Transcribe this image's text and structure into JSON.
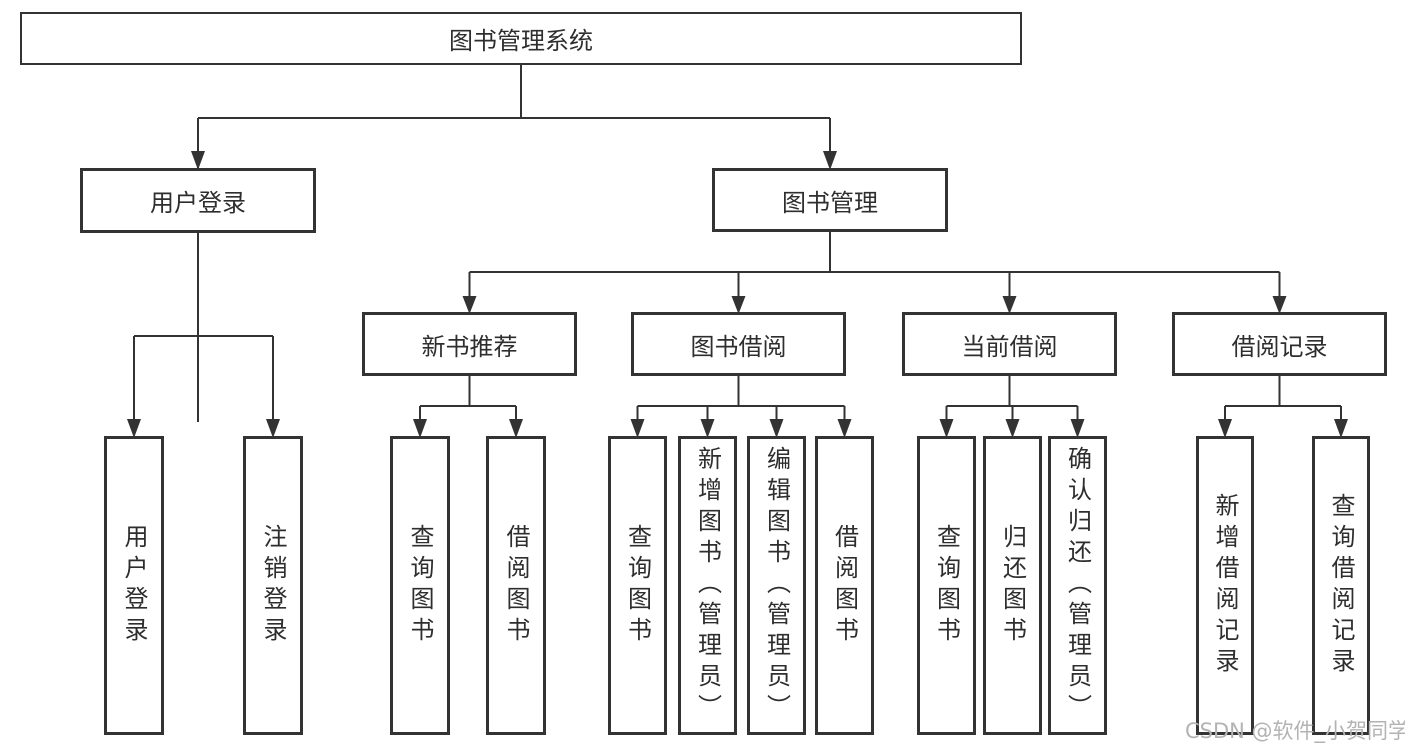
{
  "diagram": {
    "root": "图书管理系统",
    "branches": [
      {
        "label": "用户登录",
        "children": [
          "用户登录",
          "注销登录"
        ]
      },
      {
        "label": "图书管理",
        "groups": [
          {
            "label": "新书推荐",
            "children": [
              "查询图书",
              "借阅图书"
            ]
          },
          {
            "label": "图书借阅",
            "children": [
              "查询图书",
              "新增图书（管理员）",
              "编辑图书（管理员）",
              "借阅图书"
            ]
          },
          {
            "label": "当前借阅",
            "children": [
              "查询图书",
              "归还图书",
              "确认归还（管理员）"
            ]
          },
          {
            "label": "借阅记录",
            "children": [
              "新增借阅记录",
              "查询借阅记录"
            ]
          }
        ]
      }
    ]
  },
  "watermark": "CSDN @软件_小贺同学",
  "colors": {
    "line": "#333333",
    "box_border": "#333333",
    "box_fill": "#ffffff",
    "text": "#2e2e2e",
    "watermark": "#b3b3b3"
  }
}
